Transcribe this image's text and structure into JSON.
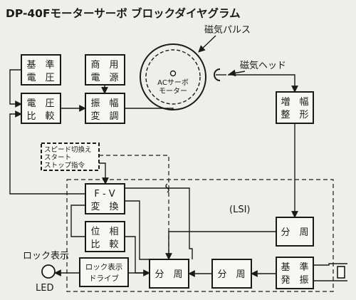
{
  "title": "DP-40Fモーターサーボ ブロックダイヤグラム",
  "labels": {
    "magnetic_pulse": "磁気パルス",
    "magnetic_head": "磁気ヘッド",
    "lsi": "(LSI)",
    "lock_display": "ロック表示",
    "led": "LED",
    "motor_line1": "ACサーボ",
    "motor_line2": "モーター"
  },
  "blocks": {
    "ref_voltage": [
      "基　準",
      "電　圧"
    ],
    "commercial_power": [
      "商　用",
      "電　源"
    ],
    "voltage_comparison": [
      "電　圧",
      "比　較"
    ],
    "amplitude_modulation": [
      "振　幅",
      "変　調"
    ],
    "amp_shaping": [
      "増　幅",
      "整　形"
    ],
    "speed_switch": [
      "スピード切換え",
      "スタート",
      "ストップ指令"
    ],
    "fv_convert": [
      "F ‐ V",
      "変　換"
    ],
    "phase_comparison": [
      "位　相",
      "比　較"
    ],
    "divider_right": [
      "分　周"
    ],
    "lock_driver": [
      "ロック表示",
      "ドライブ"
    ],
    "divider_1": [
      "分　周"
    ],
    "divider_2": [
      "分　周"
    ],
    "ref_oscillator": [
      "基　準",
      "発　振"
    ]
  }
}
